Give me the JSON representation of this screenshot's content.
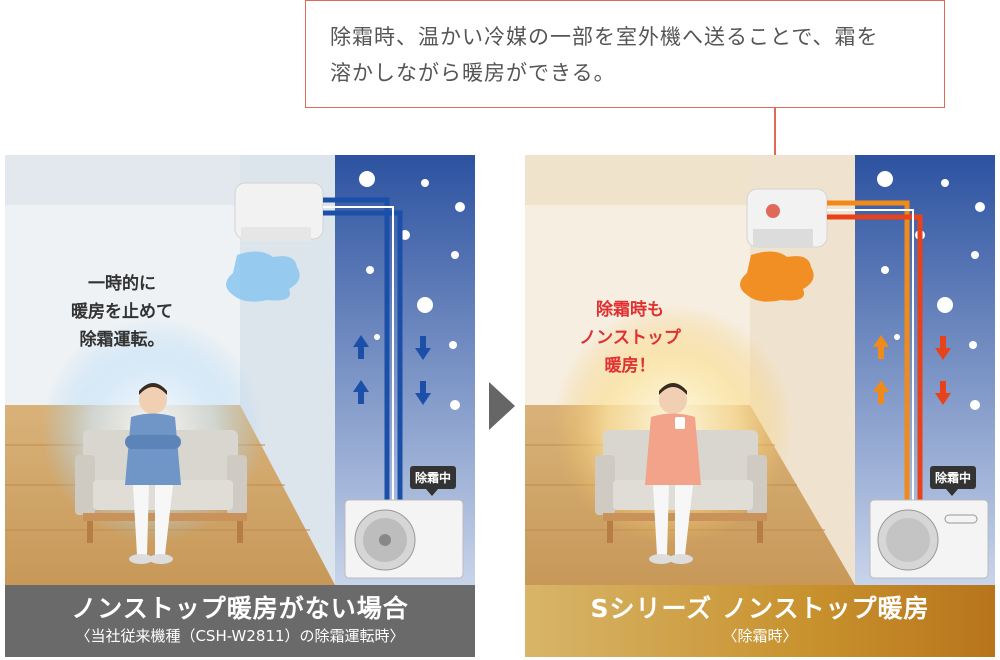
{
  "callout": {
    "line1": "除霜時、温かい冷媒の一部を室外機へ送ることで、霜を",
    "line2": "溶かしながら暖房ができる。"
  },
  "left": {
    "label": [
      "一時的に",
      "暖房を止めて",
      "除霜運転。"
    ],
    "badge": "除霜中",
    "caption_title": "ノンストップ暖房がない場合",
    "caption_sub": "〈当社従来機種（CSH-W2811）の除霜運転時〉"
  },
  "right": {
    "label": [
      "除霜時も",
      "ノンストップ",
      "暖房！"
    ],
    "badge": "除霜中",
    "caption_title": "Sシリーズ  ノンストップ暖房",
    "caption_sub": "〈除霜時〉"
  },
  "colors": {
    "callout_border": "#e06a5a",
    "label_red": "#e03030",
    "pipe_blue": "#1b4fa8",
    "pipe_orange": "#f08a1a",
    "pipe_red": "#e8421a",
    "night_sky": "#2f5aa8"
  }
}
